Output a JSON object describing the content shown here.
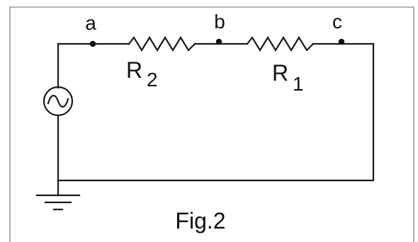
{
  "nodes": [
    {
      "id": "a",
      "label": "a"
    },
    {
      "id": "b",
      "label": "b"
    },
    {
      "id": "c",
      "label": "c"
    }
  ],
  "resistors": [
    {
      "id": "r2",
      "letter": "R",
      "subscript": "2"
    },
    {
      "id": "r1",
      "letter": "R",
      "subscript": "1"
    }
  ],
  "source": {
    "type": "ac-source",
    "icon": "sine-wave-icon"
  },
  "ground": {
    "icon": "ground-icon"
  },
  "caption": "Fig.2",
  "colors": {
    "wire": "#1a1a1a",
    "frame": "#9a9a9a",
    "background": "#ffffff"
  }
}
